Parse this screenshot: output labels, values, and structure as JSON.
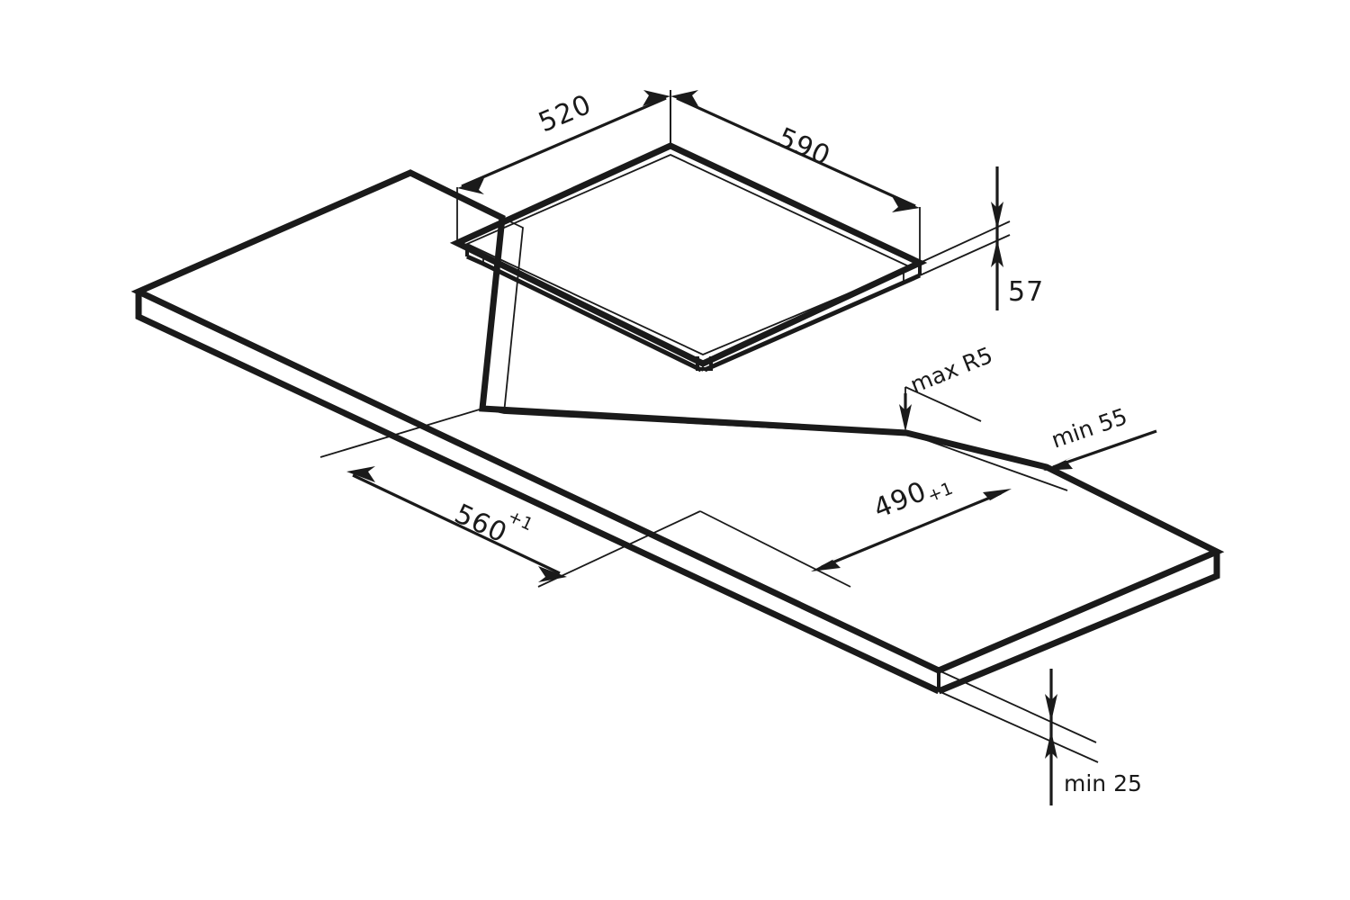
{
  "drawing": {
    "title": "Hob installation cut-out dimensions",
    "units": "mm",
    "background_color": "#ffffff",
    "line_color": "#1a1a1a"
  },
  "dimensions": {
    "hob_depth": {
      "value": "520",
      "label": "520",
      "target": "hob-top-rear-left-edge"
    },
    "hob_width": {
      "value": "590",
      "label": "590",
      "target": "hob-top-rear-right-edge"
    },
    "hob_height": {
      "value": "57",
      "label": "57",
      "target": "hob-body-height"
    },
    "cutout_width": {
      "value": "560",
      "label": "560",
      "tolerance": "+1",
      "target": "worktop-cutout-width"
    },
    "cutout_depth": {
      "value": "490",
      "label": "490",
      "tolerance": "+1",
      "target": "worktop-cutout-depth"
    },
    "corner_radius": {
      "value": "max R5",
      "label": "max R5",
      "target": "cutout-corner-radius"
    },
    "edge_clearance": {
      "value": "min 55",
      "label": "min 55",
      "target": "worktop-rear-clearance"
    },
    "worktop_thickness": {
      "value": "min 25",
      "label": "min 25",
      "target": "worktop-thickness"
    }
  },
  "parts": {
    "hob": "cooktop-appliance",
    "worktop": "kitchen-worktop-slab",
    "cutout": "worktop-cutout-opening"
  }
}
